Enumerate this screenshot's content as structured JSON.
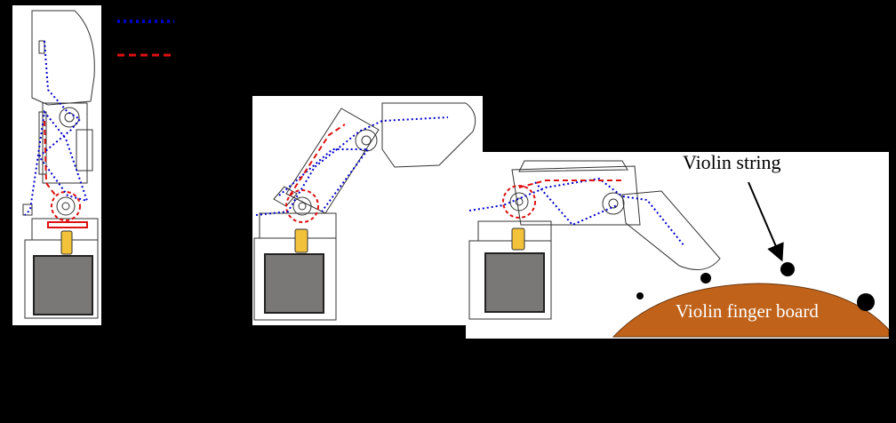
{
  "labels": {
    "violin_string": "Violin string",
    "finger_board": "Violin finger board"
  },
  "legend": {
    "items": [
      {
        "style": "dotted",
        "color": "#0000cc"
      },
      {
        "style": "dashed",
        "color": "#dd1111"
      }
    ]
  },
  "colors": {
    "tendon_blue": "#0000cc",
    "tendon_red": "#dd1111",
    "motor_gray": "#7a7876",
    "shaft_yellow": "#f2c23a",
    "fingerboard_brown": "#c0621a",
    "outline": "#333333"
  }
}
